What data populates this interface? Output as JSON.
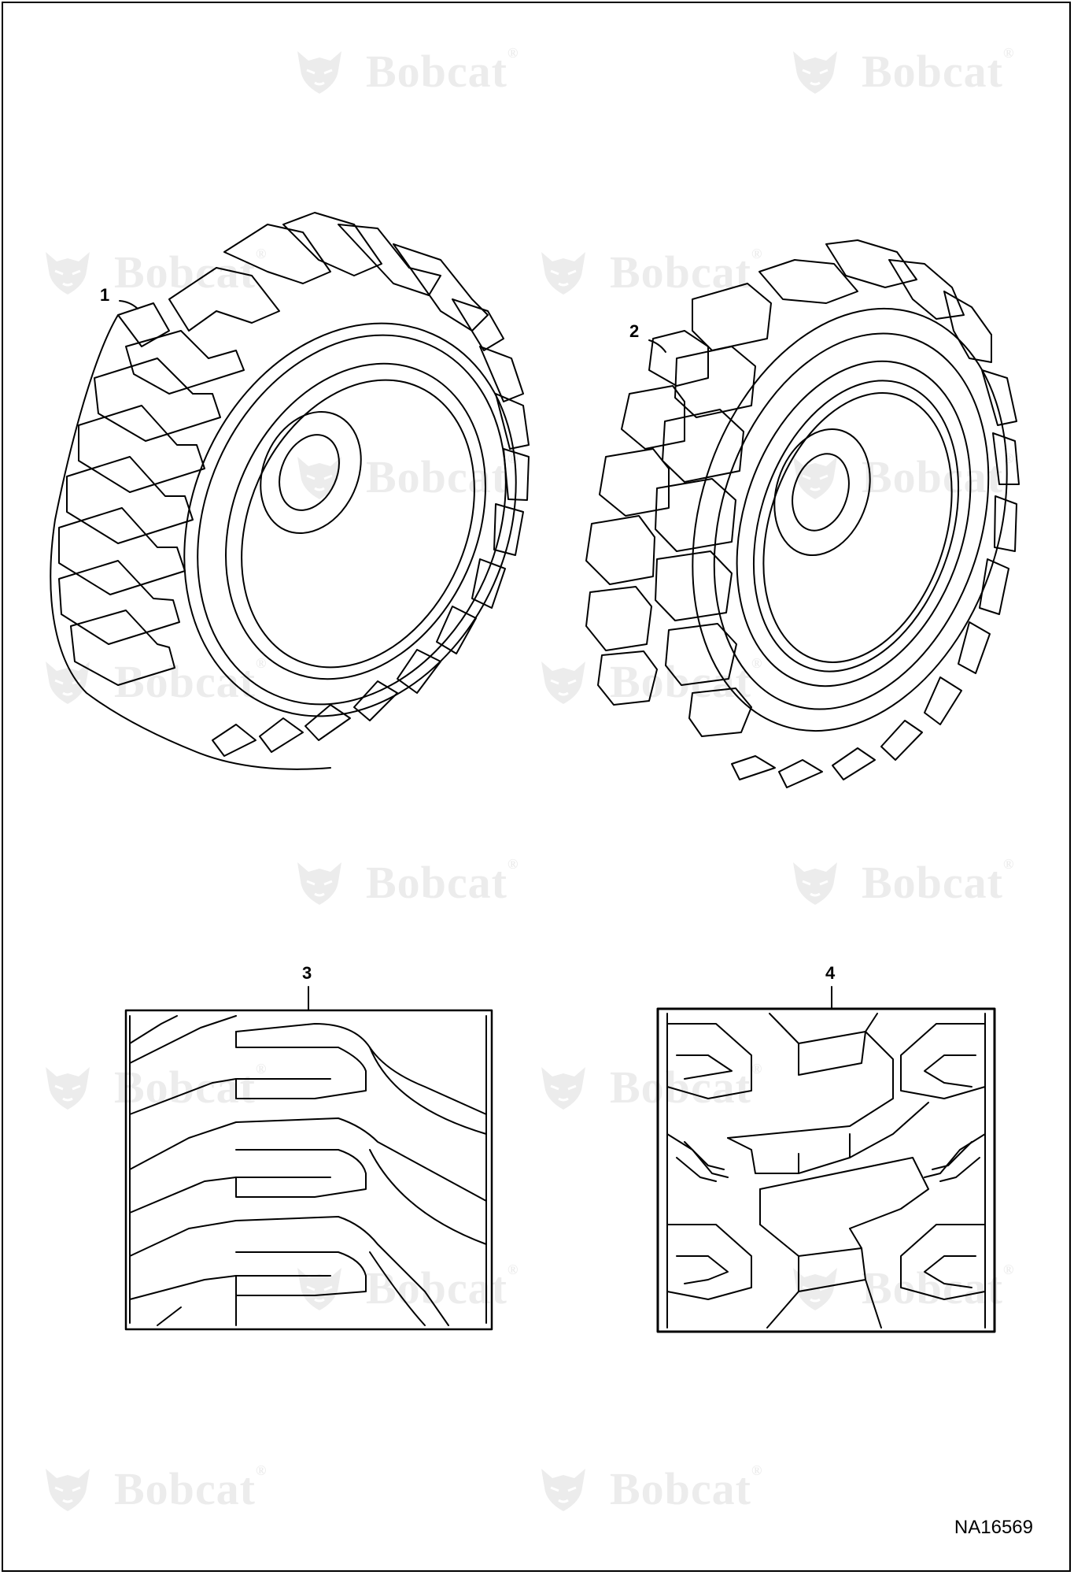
{
  "watermark": {
    "brand": "Bobcat",
    "brand_color": "#ececec",
    "icon": "bobcat-head-logo"
  },
  "callouts": {
    "item1": "1",
    "item2": "2",
    "item3": "3",
    "item4": "4"
  },
  "figure_code": "NA16569",
  "colors": {
    "line": "#000000",
    "background": "#ffffff"
  }
}
